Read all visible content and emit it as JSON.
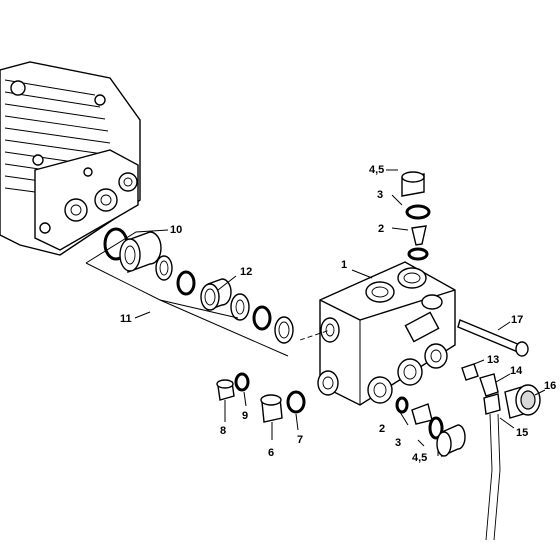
{
  "callouts": [
    {
      "id": "c1",
      "text": "1"
    },
    {
      "id": "c2a",
      "text": "2"
    },
    {
      "id": "c2b",
      "text": "2"
    },
    {
      "id": "c3a",
      "text": "3"
    },
    {
      "id": "c3b",
      "text": "3"
    },
    {
      "id": "c45a",
      "text": "4,5"
    },
    {
      "id": "c45b",
      "text": "4,5"
    },
    {
      "id": "c6",
      "text": "6"
    },
    {
      "id": "c7",
      "text": "7"
    },
    {
      "id": "c8",
      "text": "8"
    },
    {
      "id": "c9",
      "text": "9"
    },
    {
      "id": "c10",
      "text": "10"
    },
    {
      "id": "c11",
      "text": "11"
    },
    {
      "id": "c12",
      "text": "12"
    },
    {
      "id": "c13",
      "text": "13"
    },
    {
      "id": "c14",
      "text": "14"
    },
    {
      "id": "c15",
      "text": "15"
    },
    {
      "id": "c16",
      "text": "16"
    },
    {
      "id": "c17",
      "text": "17"
    }
  ]
}
